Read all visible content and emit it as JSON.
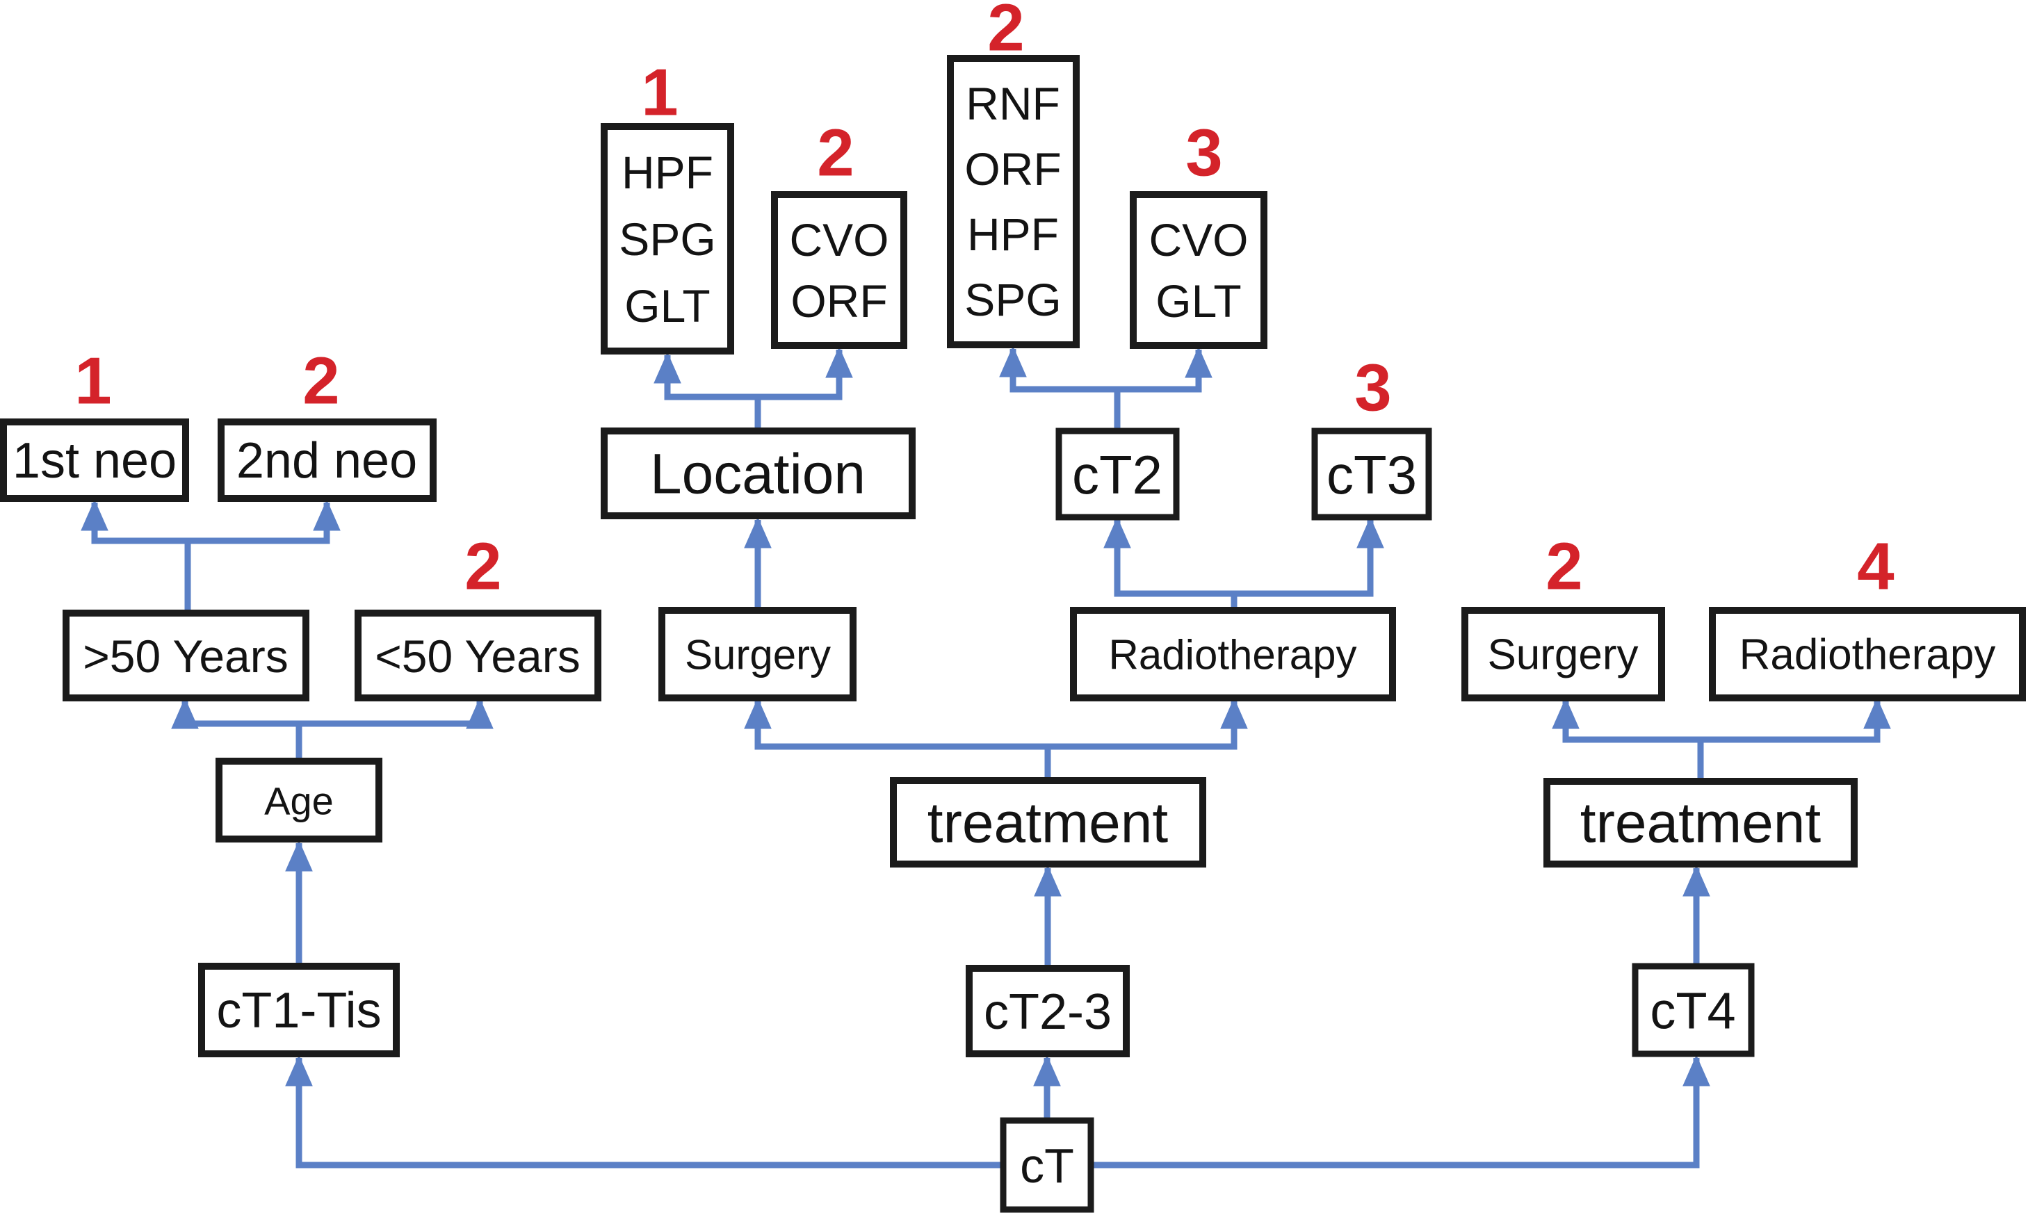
{
  "diagram": {
    "description": "Treatment decision flowchart starting from clinical T stage (cT)",
    "colors": {
      "annotation_red": "#d4232a",
      "connector_blue": "#5b80c6",
      "box_border": "#1b1b1b",
      "background": "#ffffff",
      "text": "#131313"
    },
    "nodes": {
      "ct": {
        "label": "cT"
      },
      "ct1_tis": {
        "label": "cT1-Tis"
      },
      "ct2_3": {
        "label": "cT2-3"
      },
      "ct4": {
        "label": "cT4"
      },
      "age": {
        "label": "Age"
      },
      "over50": {
        "label": ">50 Years"
      },
      "under50": {
        "label": "<50 Years",
        "annotation": "2"
      },
      "first_neo": {
        "label": "1st neo",
        "annotation": "1"
      },
      "second_neo": {
        "label": "2nd neo",
        "annotation": "2"
      },
      "treatment_mid": {
        "label": "treatment"
      },
      "surgery_mid": {
        "label": "Surgery"
      },
      "radiotherapy_mid": {
        "label": "Radiotherapy"
      },
      "location": {
        "label": "Location"
      },
      "ct2": {
        "label": "cT2"
      },
      "ct3": {
        "label": "cT3",
        "annotation": "3"
      },
      "protocol_hpf": {
        "lines": [
          "HPF",
          "SPG",
          "GLT"
        ],
        "annotation": "1"
      },
      "protocol_cvo_orf": {
        "lines": [
          "CVO",
          "ORF"
        ],
        "annotation": "2"
      },
      "protocol_rnf": {
        "lines": [
          "RNF",
          "ORF",
          "HPF",
          "SPG"
        ],
        "annotation": "2"
      },
      "protocol_cvo_glt": {
        "lines": [
          "CVO",
          "GLT"
        ],
        "annotation": "3"
      },
      "treatment_right": {
        "label": "treatment"
      },
      "surgery_right": {
        "label": "Surgery",
        "annotation": "2"
      },
      "radiotherapy_right": {
        "label": "Radiotherapy",
        "annotation": "4"
      }
    },
    "edges": [
      {
        "from": "cT",
        "to": "cT1-Tis"
      },
      {
        "from": "cT",
        "to": "cT2-3"
      },
      {
        "from": "cT",
        "to": "cT4"
      },
      {
        "from": "cT1-Tis",
        "to": "Age"
      },
      {
        "from": "Age",
        "to": ">50 Years"
      },
      {
        "from": "Age",
        "to": "<50 Years"
      },
      {
        "from": ">50 Years",
        "to": "1st neo"
      },
      {
        "from": ">50 Years",
        "to": "2nd neo"
      },
      {
        "from": "cT2-3",
        "to": "treatment (middle)"
      },
      {
        "from": "treatment (middle)",
        "to": "Surgery (middle)"
      },
      {
        "from": "treatment (middle)",
        "to": "Radiotherapy (middle)"
      },
      {
        "from": "Surgery (middle)",
        "to": "Location"
      },
      {
        "from": "Location",
        "to": "HPF SPG GLT"
      },
      {
        "from": "Location",
        "to": "CVO ORF"
      },
      {
        "from": "Radiotherapy (middle)",
        "to": "cT2"
      },
      {
        "from": "Radiotherapy (middle)",
        "to": "cT3"
      },
      {
        "from": "cT2",
        "to": "RNF ORF HPF SPG"
      },
      {
        "from": "cT2",
        "to": "CVO GLT"
      },
      {
        "from": "cT4",
        "to": "treatment (right)"
      },
      {
        "from": "treatment (right)",
        "to": "Surgery (right)"
      },
      {
        "from": "treatment (right)",
        "to": "Radiotherapy (right)"
      }
    ]
  }
}
